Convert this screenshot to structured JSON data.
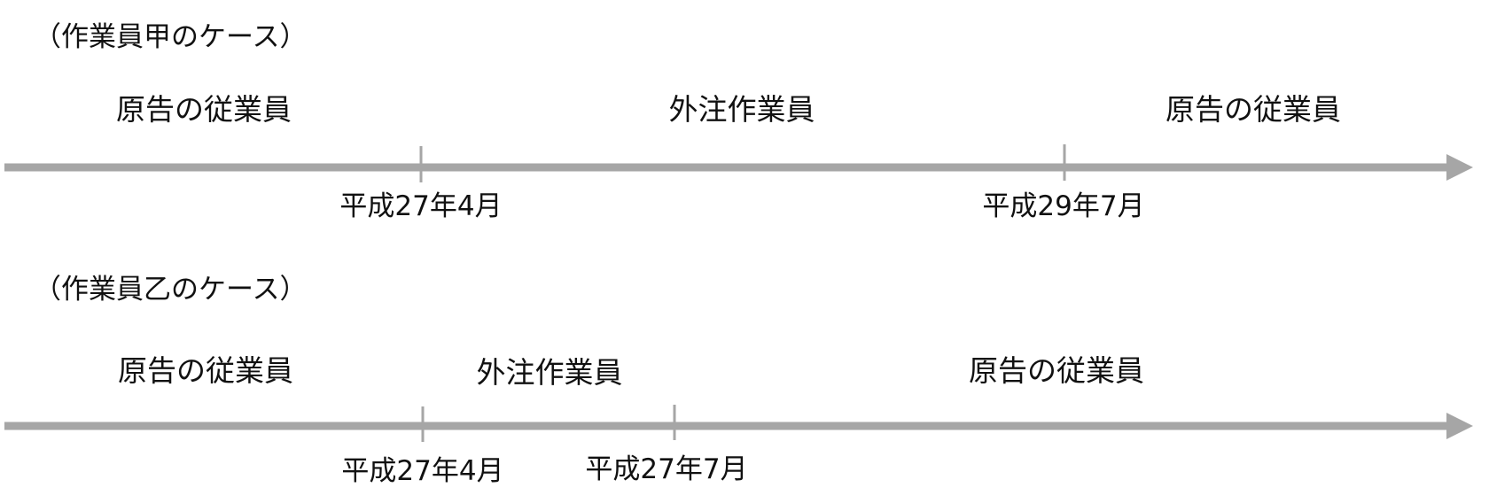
{
  "cases": [
    {
      "title": "（作業員甲のケース）",
      "periods": [
        "原告の従業員",
        "外注作業員",
        "原告の従業員"
      ],
      "dates": [
        "平成27年4月",
        "平成29年7月"
      ]
    },
    {
      "title": "（作業員乙のケース）",
      "periods": [
        "原告の従業員",
        "外注作業員",
        "原告の従業員"
      ],
      "dates": [
        "平成27年4月",
        "平成27年7月"
      ]
    }
  ],
  "colors": {
    "axis": "#a6a6a6",
    "text": "#111111"
  }
}
